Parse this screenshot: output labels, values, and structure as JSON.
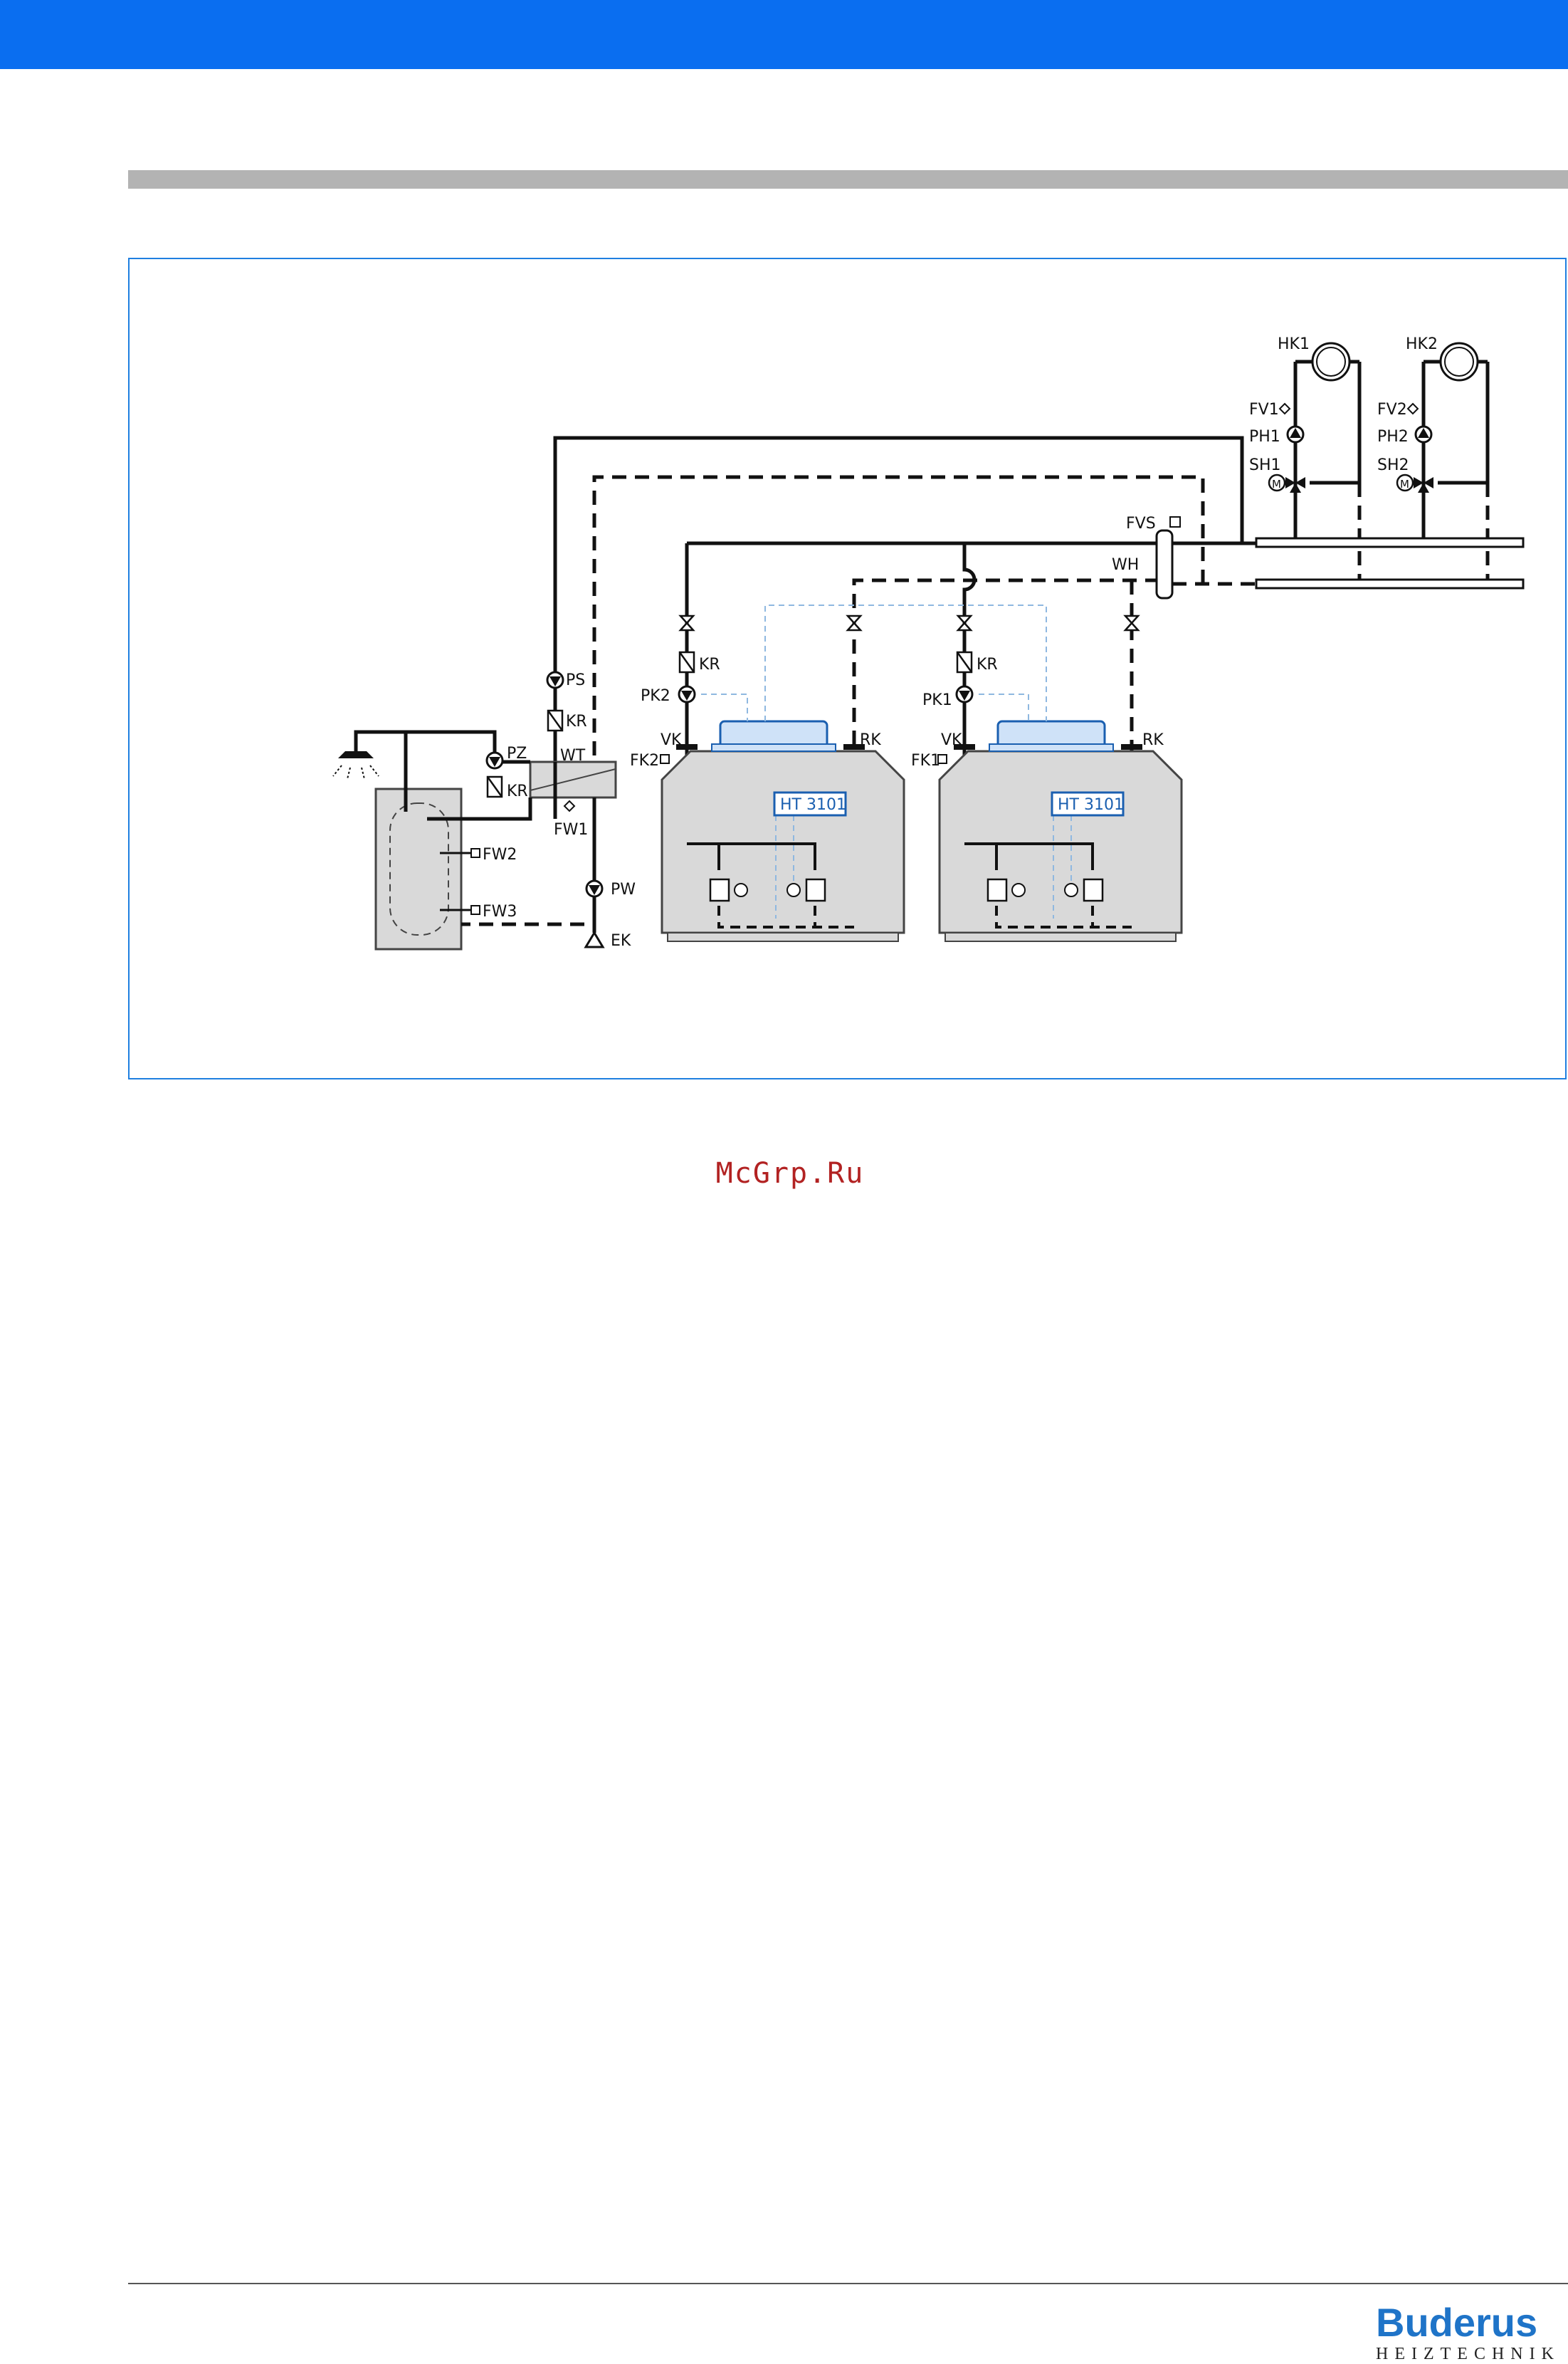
{
  "labels": {
    "hk1": "HK1",
    "hk2": "HK2",
    "fv1": "FV1",
    "fv2": "FV2",
    "ph1": "PH1",
    "ph2": "PH2",
    "sh1": "SH1",
    "sh2": "SH2",
    "fvs": "FVS",
    "wh": "WH",
    "kr": "KR",
    "pk1": "PK1",
    "pk2": "PK2",
    "vk": "VK",
    "rk": "RK",
    "fk1": "FK1",
    "fk2": "FK2",
    "ps": "PS",
    "pz": "PZ",
    "wt": "WT",
    "fw1": "FW1",
    "fw2": "FW2",
    "fw3": "FW3",
    "pw": "PW",
    "ek": "EK",
    "controller": "HT 3101"
  },
  "watermark": "McGrp.Ru",
  "brand": {
    "name": "Buderus",
    "subtitle": "HEIZTECHNIK"
  },
  "colors": {
    "top_band": "#0a6ef0",
    "frame": "#1f7fe0",
    "control_line": "#8fb8e0",
    "brand": "#1f74c8"
  }
}
